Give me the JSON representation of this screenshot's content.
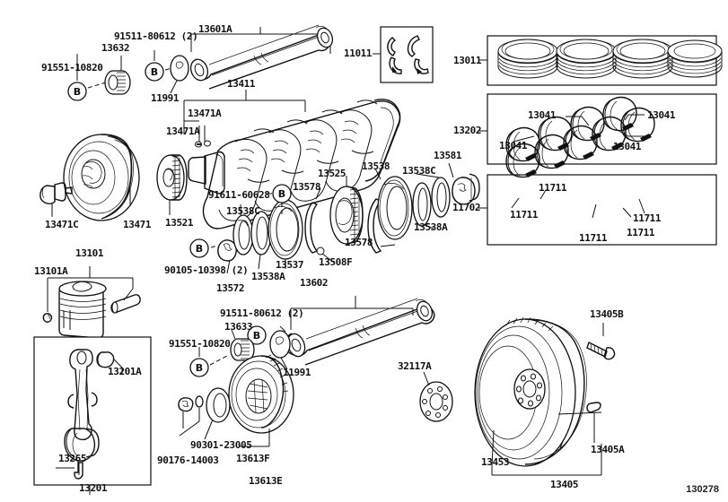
{
  "diagram": {
    "title": "Toyota Engine Parts Catalog Illustration",
    "figure_number": "130278",
    "background_color": "#ffffff",
    "line_color": "#111111"
  },
  "labels": {
    "l_91551_10820_top": "91551-10820",
    "l_13632": "13632",
    "l_91511_80612_top": "91511-80612 (2)",
    "l_13601a": "13601A",
    "l_11991_top": "11991",
    "l_13411": "13411",
    "l_13471a_1": "13471A",
    "l_13471a_2": "13471A",
    "l_11011": "11011",
    "l_13011": "13011",
    "l_13202": "13202",
    "l_13041_1": "13041",
    "l_13041_2": "13041",
    "l_13041_3": "13041",
    "l_13041_4": "13041",
    "l_11702": "11702",
    "l_11711_1": "11711",
    "l_11711_2": "11711",
    "l_11711_3": "11711",
    "l_11711_4": "11711",
    "l_11711_5": "11711",
    "l_13471c": "13471C",
    "l_13471": "13471",
    "l_13521": "13521",
    "l_91611_60628": "91611-60628",
    "l_13538c_left": "13538C",
    "l_13578_left": "13578",
    "l_13525": "13525",
    "l_13538": "13538",
    "l_13538c_right": "13538C",
    "l_13581": "13581",
    "l_13538a_right": "13538A",
    "l_13578_right": "13578",
    "l_13508f": "13508F",
    "l_13537": "13537",
    "l_13538a_left": "13538A",
    "l_90105_10398": "90105-10398 (2)",
    "l_13572": "13572",
    "l_13101": "13101",
    "l_13101a": "13101A",
    "l_13201a": "13201A",
    "l_13265": "13265",
    "l_13201": "13201",
    "l_13602": "13602",
    "l_91511_80612_bot": "91511-80612 (2)",
    "l_13633": "13633",
    "l_91551_10820_bot": "91551-10820",
    "l_11991_bot": "11991",
    "l_90176_14003": "90176-14003",
    "l_90301_23005": "90301-23005",
    "l_13613f": "13613F",
    "l_13613e": "13613E",
    "l_32117a": "32117A",
    "l_13405b": "13405B",
    "l_13405a": "13405A",
    "l_13453": "13453",
    "l_13405": "13405",
    "l_bolt_B1": "B",
    "l_bolt_B2": "B",
    "l_bolt_B3": "B",
    "l_bolt_B4": "B",
    "l_bolt_B5": "B",
    "l_bolt_B6": "B"
  }
}
